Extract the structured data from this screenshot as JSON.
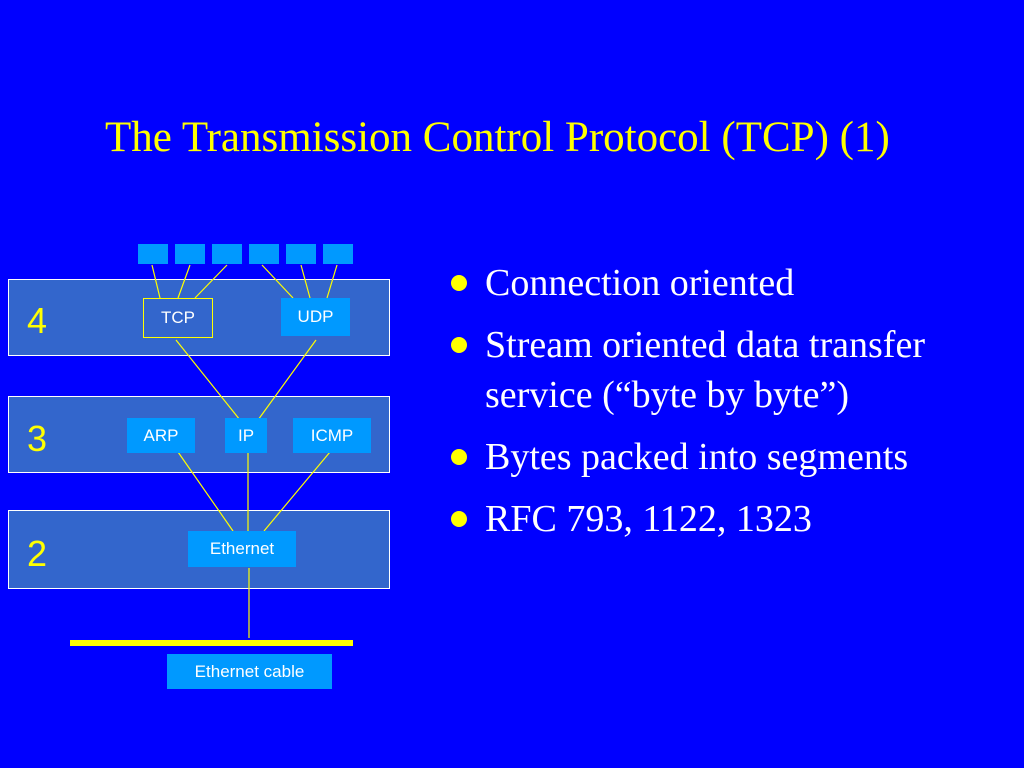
{
  "slide": {
    "title": "The Transmission Control Protocol (TCP) (1)"
  },
  "diagram": {
    "layers": [
      {
        "number": "4"
      },
      {
        "number": "3"
      },
      {
        "number": "2"
      }
    ],
    "layer4": {
      "tcp": "TCP",
      "udp": "UDP"
    },
    "layer3": {
      "arp": "ARP",
      "ip": "IP",
      "icmp": "ICMP"
    },
    "layer2": {
      "ethernet": "Ethernet"
    },
    "cable_label": "Ethernet cable",
    "port_count": 6
  },
  "bullets": [
    "Connection oriented",
    "Stream oriented data transfer service (“byte by byte”)",
    "Bytes packed into segments",
    "RFC 793, 1122, 1323"
  ],
  "colors": {
    "background": "#0000ff",
    "title": "#ffff00",
    "layer_fill": "#3366cc",
    "box_fill": "#0099ff",
    "connector": "#ffff00",
    "bullet_dot": "#ffff00"
  }
}
